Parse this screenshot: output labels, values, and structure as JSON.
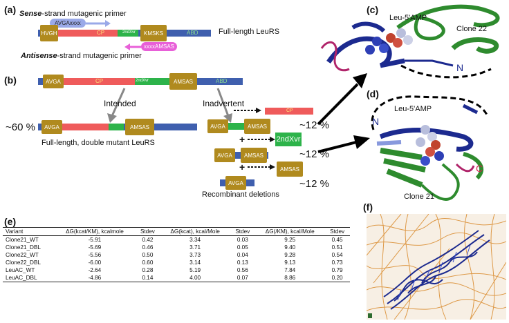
{
  "panels": {
    "a": "(a)",
    "b": "(b)",
    "c": "(c)",
    "d": "(d)",
    "e": "(e)",
    "f": "(f)"
  },
  "panel_a": {
    "sense_bold": "Sense",
    "sense_rest": "-strand mutagenic primer",
    "sense_primer": "AVGAxxxx",
    "gene_boxes": [
      "HVGH",
      "CP",
      "2ndXvr",
      "KMSKS",
      "ABD"
    ],
    "full_length": "Full-length LeuRS",
    "antisense_primer": "xxxxAMSAS",
    "antisense_bold": "Antisense",
    "antisense_rest": "-strand mutagenic primer"
  },
  "panel_b": {
    "top_boxes": [
      "AVGA",
      "CP",
      "2ndXvr",
      "AMSAS",
      "ABD"
    ],
    "intended": "Intended",
    "inadvertent": "Inadvertent",
    "pct_60": "~60 %",
    "double_avga": "AVGA",
    "double_amsas": "AMSAS",
    "double_caption": "Full-length, double mutant LeuRS",
    "row1_avga": "AVGA",
    "row1_amsas": "AMSAS",
    "cp_fragment": "CP",
    "plus": "+",
    "x2_fragment": "2ndXvr",
    "pct_12a": "~12 %",
    "row2_avga": "AVGA",
    "row2_amsas": "AMSAS",
    "pct_12b": "~12 %",
    "amsas_fragment": "AMSAS",
    "row3_avga": "AVGA",
    "pct_12c": "~12 %",
    "recomb_caption": "Recombinant deletions"
  },
  "panel_c": {
    "leu_amp": "Leu-5'AMP",
    "clone": "Clone 22",
    "n_term": "N"
  },
  "panel_d": {
    "leu_amp": "Leu-5'AMP",
    "clone": "Clone 21",
    "n_term": "N",
    "c_term": "C"
  },
  "colors": {
    "blue": "#3f5fae",
    "red": "#ef5b5b",
    "green": "#2db34a",
    "gold": "#b08a1e",
    "primer_blue": "#9aa9e8",
    "primer_pink": "#e860d8",
    "protein_green": "#2e8b2e",
    "protein_navy": "#1c2a8f",
    "protein_magenta": "#b0246a",
    "rna_orange": "#d98a2b"
  },
  "table": {
    "headers": [
      "Variant",
      "ΔG(kcat/KM), kcalmole",
      "Stdev",
      "ΔG(kcat), kcal/Mole",
      "Stdev",
      "ΔG(/KM), kcal/Mole",
      "Stdev"
    ],
    "rows": [
      [
        "Clone21_WT",
        "-5.91",
        "0.42",
        "3.34",
        "0.03",
        "9.25",
        "0.45"
      ],
      [
        "Clone21_DBL",
        "-5.69",
        "0.46",
        "3.71",
        "0.05",
        "9.40",
        "0.51"
      ],
      [
        "Clone22_WT",
        "-5.56",
        "0.50",
        "3.73",
        "0.04",
        "9.28",
        "0.54"
      ],
      [
        "Clone22_DBL",
        "-6.00",
        "0.60",
        "3.14",
        "0.13",
        "9.13",
        "0.73"
      ],
      [
        "LeuAC_WT",
        "-2.64",
        "0.28",
        "5.19",
        "0.56",
        "7.84",
        "0.79"
      ],
      [
        "LeuAC_DBL",
        "-4.86",
        "0.14",
        "4.00",
        "0.07",
        "8.86",
        "0.20"
      ]
    ]
  }
}
